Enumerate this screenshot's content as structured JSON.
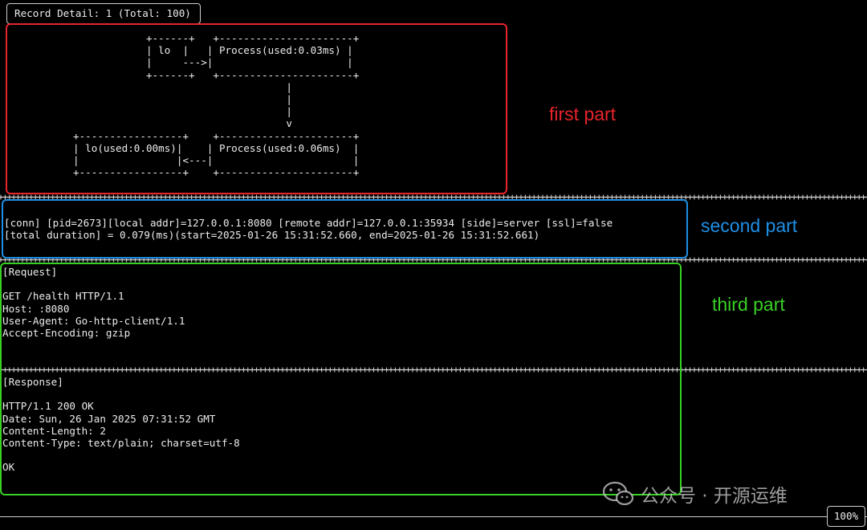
{
  "header": {
    "title": "Record Detail: 1 (Total: 100)"
  },
  "diagram": {
    "lines": [
      "                        +------+   +----------------------+",
      "                        | lo  |   | Process(used:0.03ms) |",
      "                        |     --->|                      |",
      "                        +------+   +----------------------+",
      "                                               |",
      "                                               |",
      "                                               |",
      "                                               v",
      "            +-----------------+    +----------------------+",
      "            | lo(used:0.00ms)|    | Process(used:0.06ms)  |",
      "            |                |<---|                       |",
      "            +-----------------+    +----------------------+"
    ]
  },
  "connection": {
    "lines": [
      "[conn] [pid=2673][local addr]=127.0.0.1:8080 [remote addr]=127.0.0.1:35934 [side]=server [ssl]=false",
      "[total duration] = 0.079(ms)(start=2025-01-26 15:31:52.660, end=2025-01-26 15:31:52.661)"
    ]
  },
  "request": {
    "lines": [
      "[Request]",
      "",
      "GET /health HTTP/1.1",
      "Host: :8080",
      "User-Agent: Go-http-client/1.1",
      "Accept-Encoding: gzip"
    ]
  },
  "response": {
    "lines": [
      "[Response]",
      "",
      "HTTP/1.1 200 OK",
      "Date: Sun, 26 Jan 2025 07:31:52 GMT",
      "Content-Length: 2",
      "Content-Type: text/plain; charset=utf-8",
      "",
      "OK"
    ]
  },
  "annotations": {
    "first": {
      "label": "first part",
      "color": "#e8232b"
    },
    "second": {
      "label": "second part",
      "color": "#1e8fe6"
    },
    "third": {
      "label": "third part",
      "color": "#39d125"
    }
  },
  "watermark": {
    "text": "公众号 · 开源运维",
    "icon": "wechat-icon"
  },
  "footer": {
    "zoom": "100%"
  }
}
